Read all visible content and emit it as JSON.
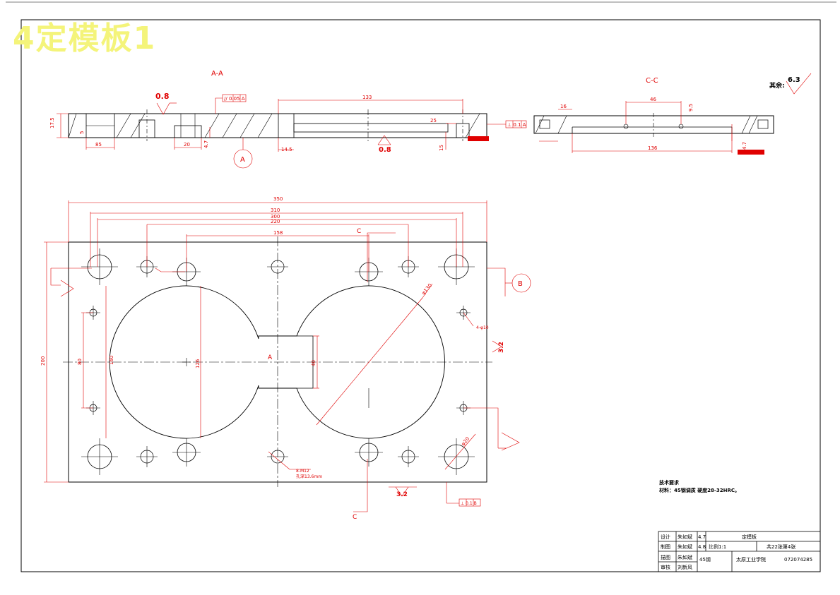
{
  "watermark": "4定模板1",
  "sections": {
    "aa_label": "A-A",
    "cc_label": "C-C",
    "view_a": "A",
    "view_b": "B",
    "section_c_top": "C",
    "section_c_bottom": "C",
    "center_a": "A"
  },
  "roughness": {
    "general_prefix": "其余:",
    "general_value": "6.3",
    "top_left": "0.8",
    "center_bottom": "0.8",
    "right_side": "3.2",
    "bottom": "3.2"
  },
  "geometric_tolerances": {
    "parallel_top": "// 0.05 A",
    "perp_aa": "⊥ 0.1 A",
    "perp_bottom": "⊥ 0.1 B"
  },
  "dimensions": {
    "aa_thickness": "17.5",
    "aa_85": "85",
    "aa_20": "20",
    "aa_47": "4.7",
    "aa_5": "5",
    "aa_133": "133",
    "aa_25": "25",
    "aa_15": "15",
    "aa_145": "14.5",
    "cc_46": "46",
    "cc_16": "16",
    "cc_136": "136",
    "cc_95": "9.5",
    "cc_47": "4.7",
    "main_350": "350",
    "main_310": "310",
    "main_300": "300",
    "main_220": "220",
    "main_158": "158",
    "main_200": "200",
    "main_80": "80",
    "main_160": "160",
    "main_126": "126",
    "main_40": "40",
    "main_phi": "φ130",
    "main_phi20": "φ20",
    "holes_note_1": "8-M12",
    "holes_note_2": "孔深13.6mm",
    "hole_phi": "4-φ10"
  },
  "tech_req": {
    "title": "技术要求",
    "line1": "材料：45钢调质  硬度28-32HRC。"
  },
  "title_block": {
    "r1c1": "设计",
    "r1c2": "朱如斌",
    "r1c3": "4.7",
    "r1_name": "定模板",
    "r2c1": "制图",
    "r2c2": "朱如斌",
    "r2c3": "4.8",
    "r2_scale": "比例1:1",
    "r2_sheet": "共22张第4张",
    "r3c1": "描图",
    "r3c2": "朱如斌",
    "r3_material": "45钢",
    "r3_school": "太原工业学院",
    "r3_code": "072074285",
    "r4c1": "审核",
    "r4c2": "刘新风"
  },
  "colors": {
    "outline": "#000000",
    "dimension": "#e00000",
    "watermark": "#f4f47a"
  }
}
